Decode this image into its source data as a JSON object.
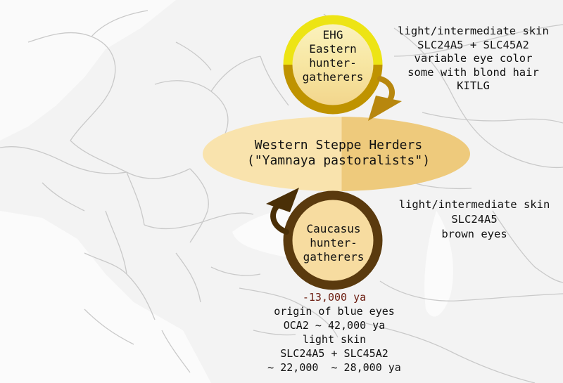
{
  "colors": {
    "ehg_top": "#ede414",
    "ehg_bottom": "#bf9300",
    "ehg_fill": "#f7dfa0",
    "chg_ring": "#5a3a0e",
    "chg_fill": "#f7dca0",
    "wsh_left": "#f9e3ad",
    "wsh_right": "#eeca7c",
    "arrow_ehg": "#b8870e",
    "arrow_chg": "#4a2f07",
    "bottom_first_line": "#6b1c10"
  },
  "ehg": {
    "label_lines": [
      "EHG",
      "Eastern",
      "hunter-",
      "gatherers"
    ],
    "traits": [
      "light/intermediate skin",
      "SLC24A5 + SLC45A2",
      "variable eye color",
      "some with blond hair",
      "KITLG"
    ]
  },
  "wsh": {
    "label_lines": [
      "Western Steppe Herders",
      "(\"Yamnaya pastoralists\")"
    ]
  },
  "chg": {
    "label_lines": [
      "Caucasus",
      "hunter-",
      "gatherers"
    ],
    "traits": [
      "light/intermediate skin",
      "SLC24A5",
      "brown eyes"
    ]
  },
  "bottom_notes": [
    "-13,000 ya",
    "origin of blue eyes",
    "OCA2 ~ 42,000 ya",
    "light skin",
    "SLC24A5 + SLC45A2",
    "~ 22,000  ~ 28,000 ya"
  ]
}
